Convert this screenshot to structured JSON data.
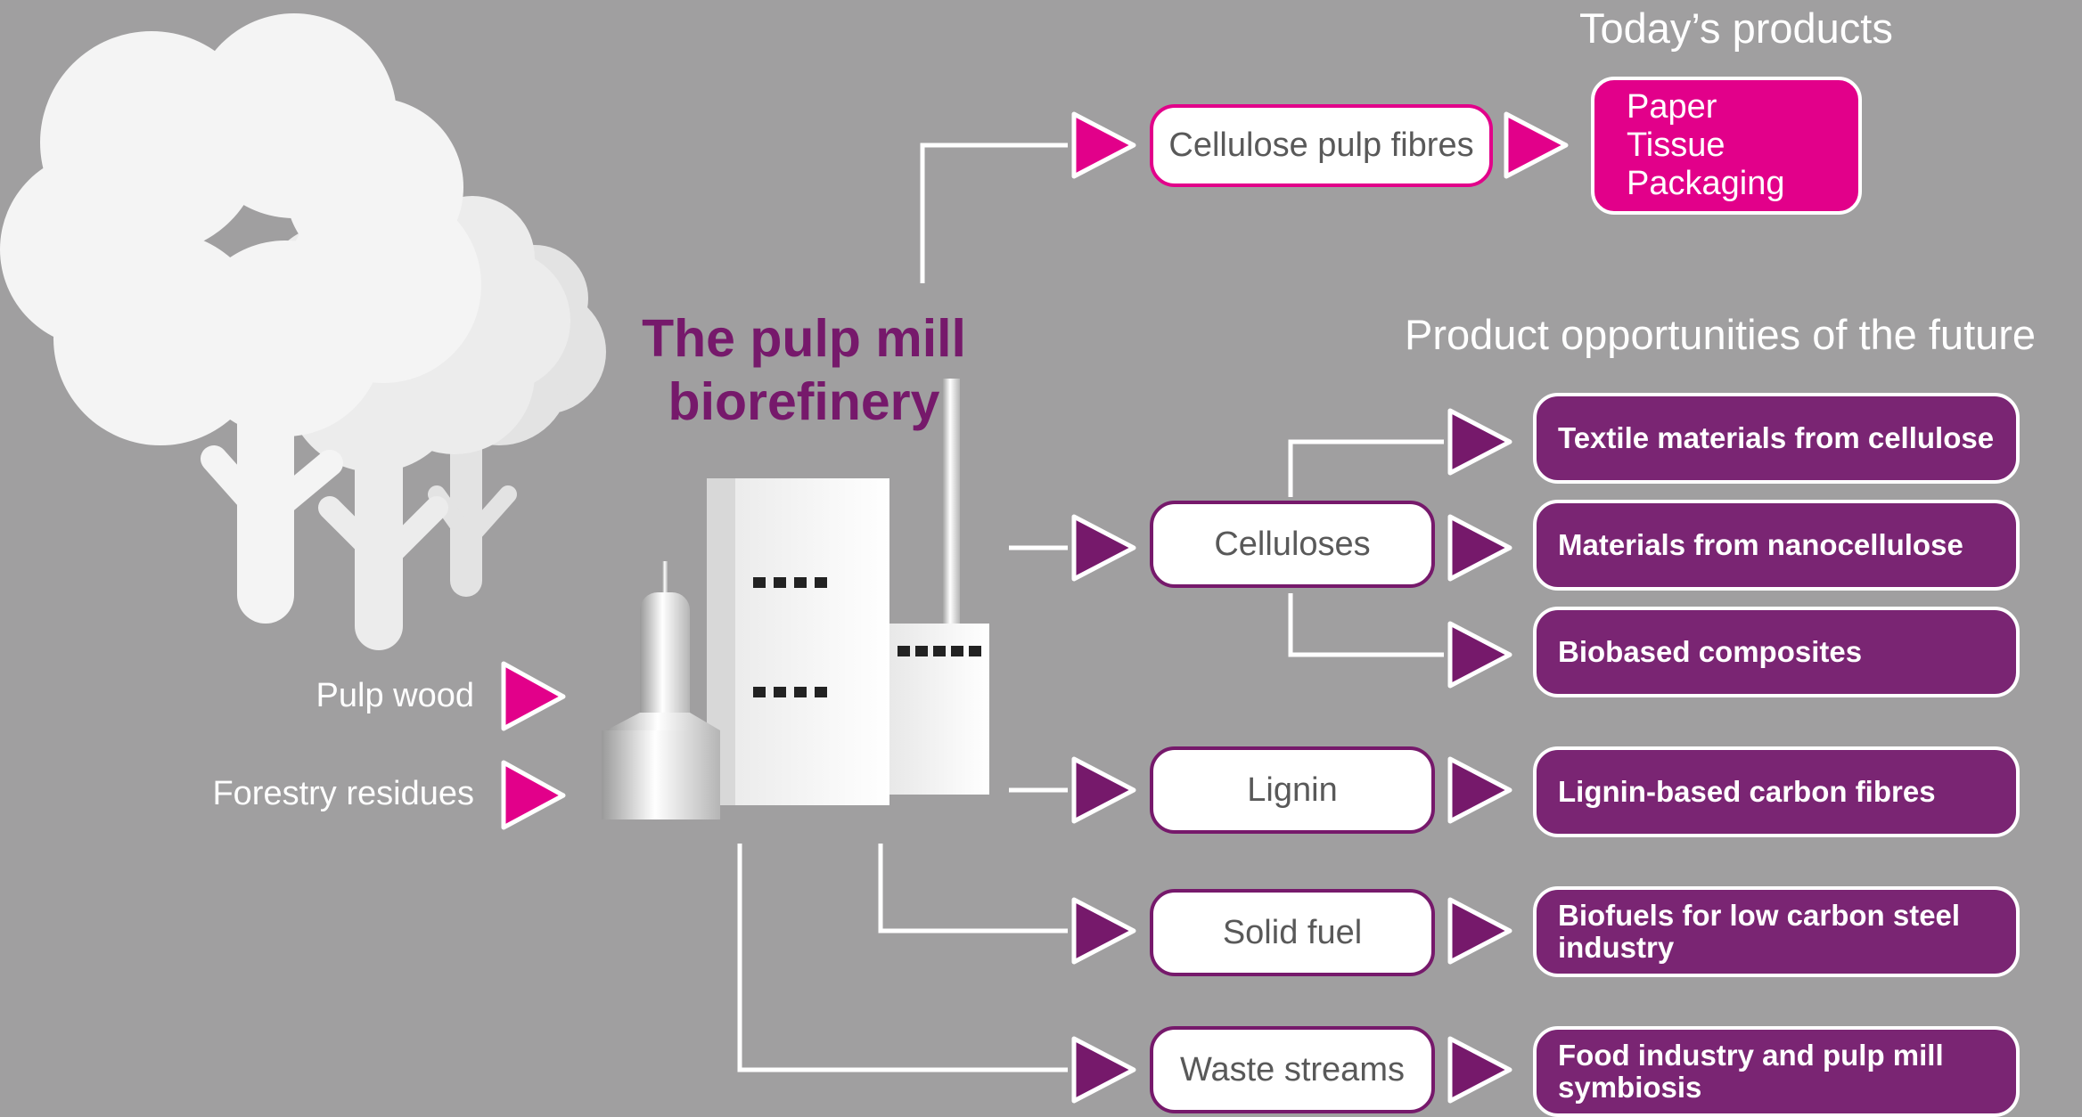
{
  "title": "The pulp mill biorefinery",
  "sections": {
    "today": "Today’s products",
    "future": "Product opportunities of the future"
  },
  "inputs": [
    "Pulp wood",
    "Forestry residues"
  ],
  "intermediates": {
    "pulp_fibres": "Cellulose pulp fibres",
    "celluloses": "Celluloses",
    "lignin": "Lignin",
    "solid_fuel": "Solid fuel",
    "waste_streams": "Waste streams"
  },
  "today_products": [
    "Paper",
    "Tissue",
    "Packaging"
  ],
  "future_products": {
    "textile": "Textile materials from cellulose",
    "nanocellulose": "Materials from nanocellulose",
    "composites": "Biobased composites",
    "carbon_fibres": "Lignin-based carbon fibres",
    "biofuels": "Biofuels for low carbon steel\nindustry",
    "food": "Food industry and pulp mill\nsymbiosis"
  },
  "colors": {
    "background": "#a09fa0",
    "purple": "#76196b",
    "pink": "#e2008a",
    "white": "#ffffff"
  }
}
